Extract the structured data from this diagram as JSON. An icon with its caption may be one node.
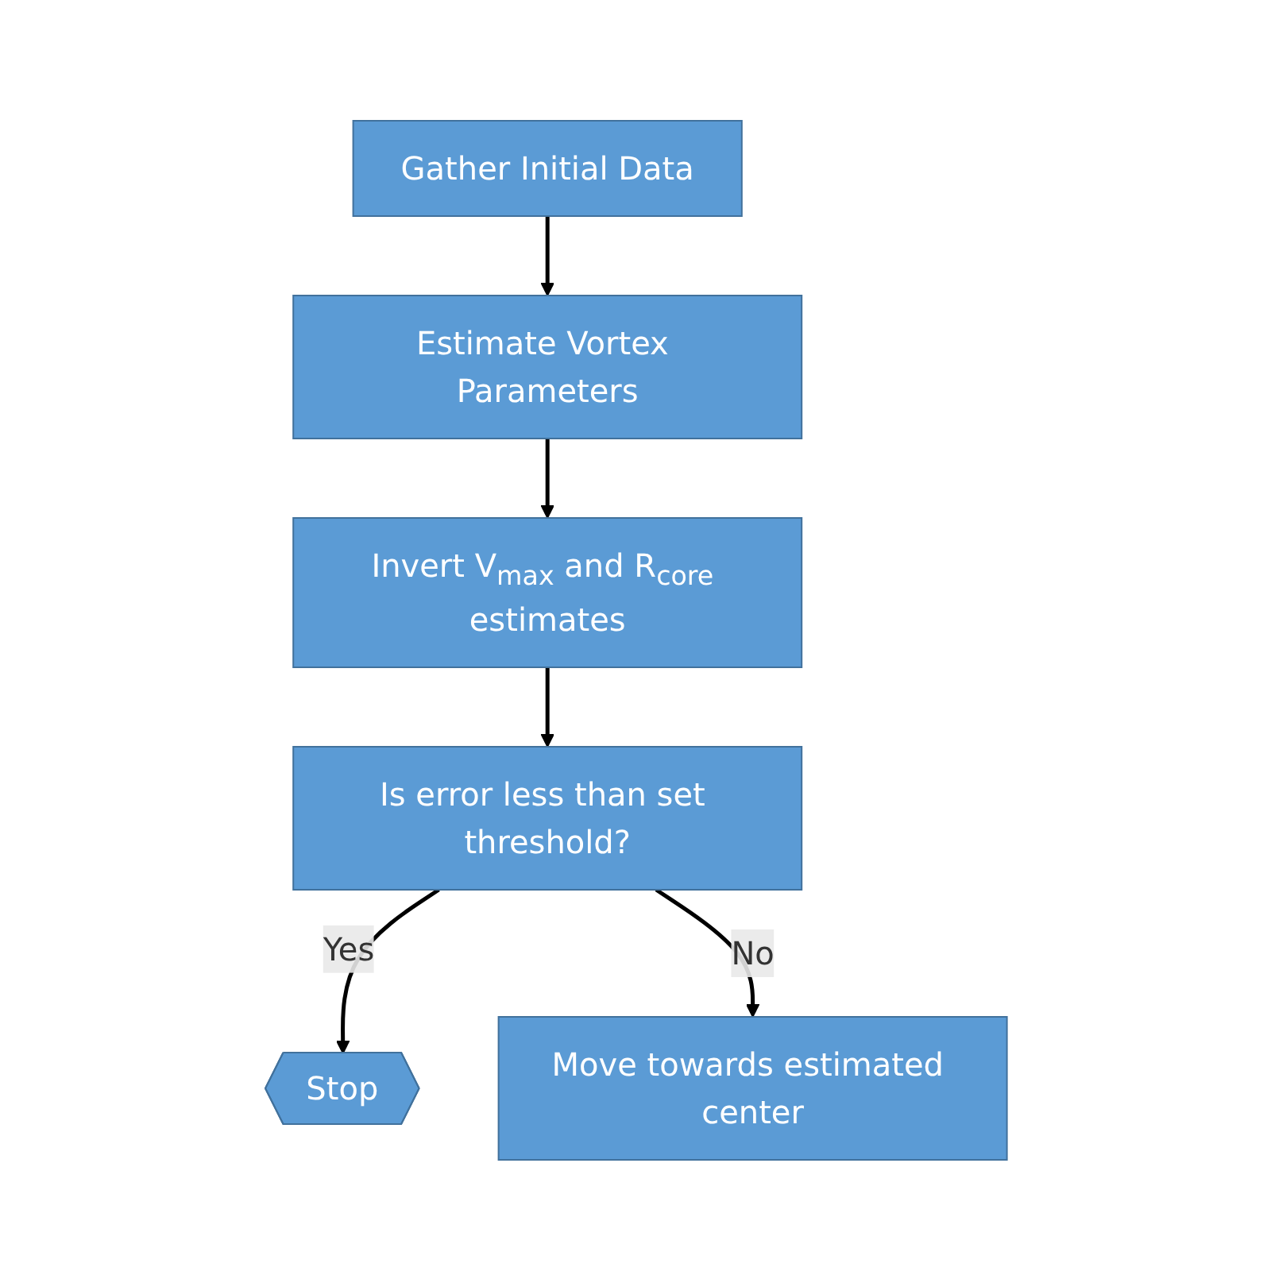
{
  "diagram": {
    "nodes": [
      {
        "text": [
          "Gather Initial Data"
        ]
      },
      {
        "text": [
          "Estimate Vortex Parameters"
        ]
      },
      {
        "text": [
          "Invert V$_{max}$ and R$_{core}$ estimates"
        ]
      },
      {
        "text": [
          "Stop"
        ]
      },
      {
        "text": [
          "Is error less than set threshold?"
        ]
      },
      {
        "text": [
          "Move towards estimated center"
        ]
      }
    ],
    "edges": [
      {
        "from": 0,
        "to": 1,
        "arrow": "to"
      },
      {
        "from": 1,
        "to": 2,
        "arrow": "to"
      },
      {
        "from": 2,
        "to": 4,
        "arrow": "to"
      },
      {
        "from": 4,
        "to": 3,
        "arrow": "to",
        "label": "Yes"
      },
      {
        "from": 4,
        "to": 5,
        "arrow": "to",
        "label": "No"
      }
    ]
  }
}
